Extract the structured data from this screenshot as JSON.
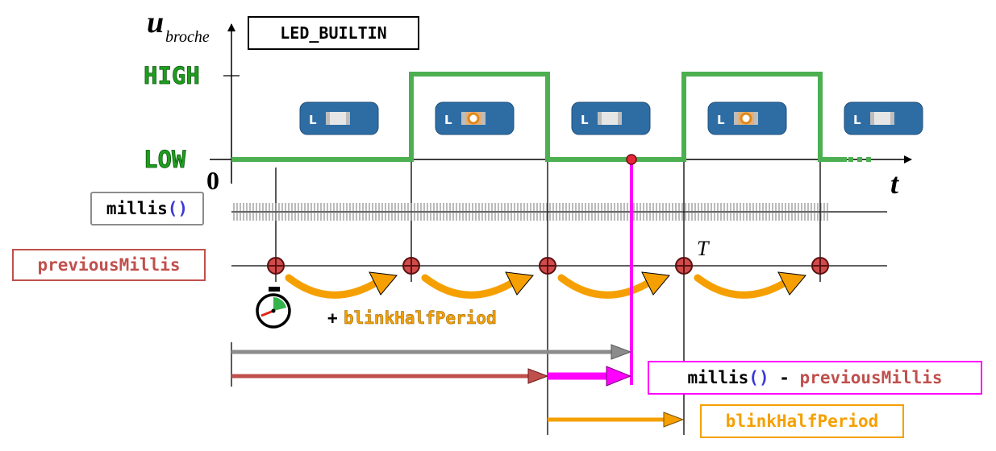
{
  "axis": {
    "y_var": "u",
    "y_sub": "broche",
    "x_var": "t",
    "origin": "0",
    "period_label": "T"
  },
  "levels": {
    "high": "HIGH",
    "low": "LOW"
  },
  "title_box": "LED_BUILTIN",
  "millis_label": {
    "name": "millis",
    "parens": "()"
  },
  "previous_label": "previousMillis",
  "increment_label": {
    "plus": "+",
    "name": "blinkHalfPeriod"
  },
  "diff_label": {
    "a": "millis",
    "parens": "()",
    "op": " - ",
    "b": "previousMillis"
  },
  "half_period_label": "blinkHalfPeriod",
  "led_letter": "L",
  "led_states": [
    "off",
    "on",
    "off",
    "on",
    "off"
  ],
  "colors": {
    "signal": "#4caf50",
    "level_text": "#1e9e1e",
    "previous": "#c0504d",
    "increment": "#f5a000",
    "diff": "#ff00ff",
    "millis_box": "#8c8c8c",
    "led_board": "#2e6da4",
    "parens": "#3a3ad8"
  }
}
